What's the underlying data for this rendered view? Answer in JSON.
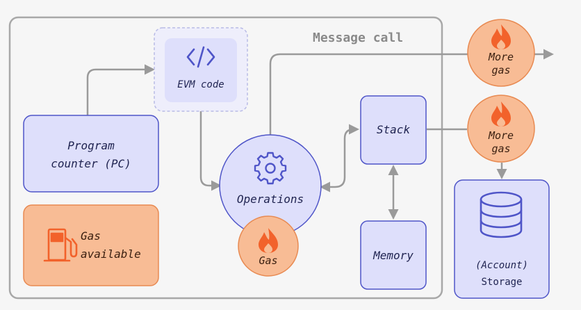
{
  "diagram": {
    "frame_title": "Message call",
    "evm_code": {
      "label": "EVM code",
      "icon": "code-icon"
    },
    "program_counter": {
      "line1": "Program",
      "line2": "counter (PC)"
    },
    "gas_available": {
      "line1": "Gas",
      "line2": "available",
      "icon": "fuel-pump-icon"
    },
    "operations": {
      "label": "Operations",
      "icon": "gear-icon"
    },
    "operation_gas": {
      "label": "Gas",
      "icon": "flame-icon"
    },
    "stack": {
      "label": "Stack"
    },
    "memory": {
      "label": "Memory"
    },
    "more_gas_top": {
      "line1": "More",
      "line2": "gas",
      "icon": "flame-icon"
    },
    "more_gas_mid": {
      "line1": "More",
      "line2": "gas",
      "icon": "flame-icon"
    },
    "storage": {
      "line1": "(Account)",
      "line2": "Storage",
      "icon": "database-icon"
    },
    "colors": {
      "node_fill": "#dedffb",
      "node_stroke": "#4f55c8",
      "gas_fill": "#f8bc95",
      "gas_stroke": "#e88a52",
      "flame": "#f2622b",
      "connector": "#9a9a9a",
      "frame": "#a8a8a8"
    }
  }
}
